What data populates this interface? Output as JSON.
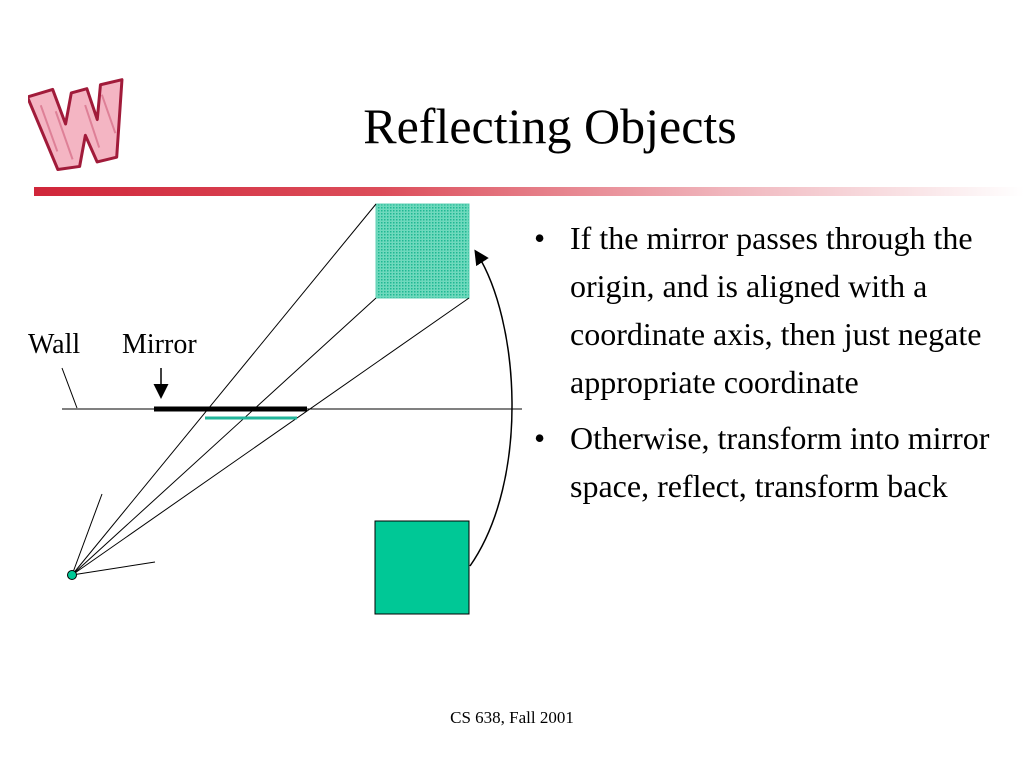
{
  "slide": {
    "title": "Reflecting Objects",
    "footer": "CS 638, Fall 2001"
  },
  "diagram": {
    "labels": {
      "wall": "Wall",
      "mirror": "Mirror"
    },
    "colors": {
      "object": "#00c896",
      "reflection": "#33ccaa",
      "mirror": "#000000",
      "mirror_reflection": "#22b59a"
    }
  },
  "bullets": [
    {
      "text": "If the mirror passes through the origin, and is aligned with a coordinate axis, then just negate appropriate coordinate"
    },
    {
      "text": "Otherwise, transform into mirror space, reflect, transform back"
    }
  ],
  "bullet_marker": "•",
  "logo_letter": "W"
}
